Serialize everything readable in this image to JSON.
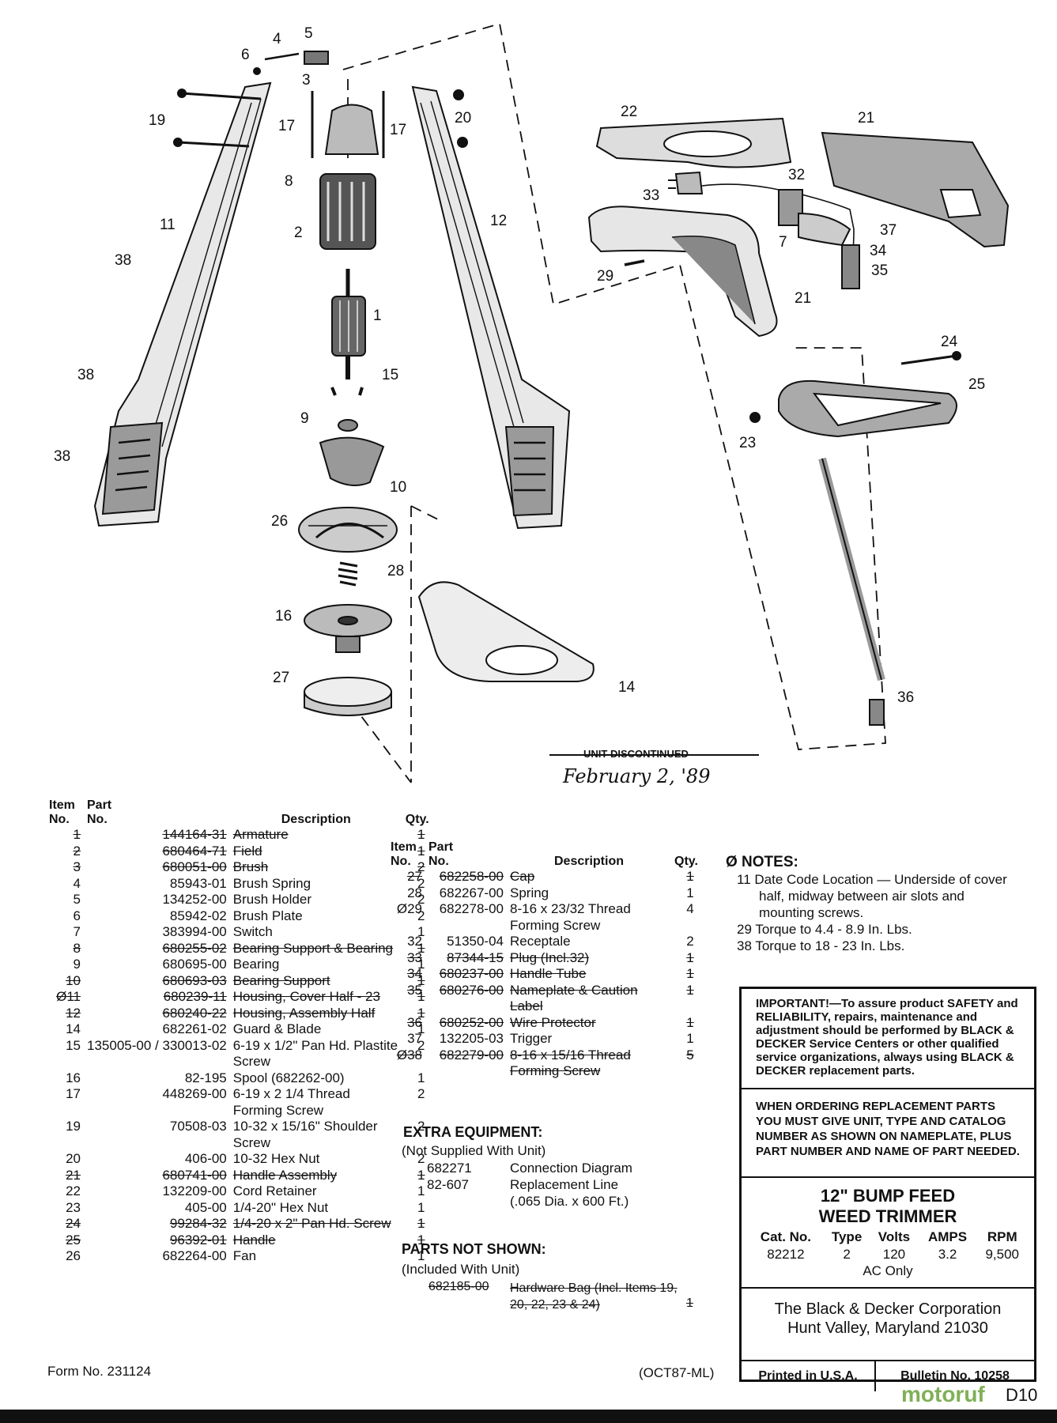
{
  "callouts": [
    {
      "n": "4"
    },
    {
      "n": "5"
    },
    {
      "n": "6"
    },
    {
      "n": "3"
    },
    {
      "n": "19"
    },
    {
      "n": "17"
    },
    {
      "n": "17"
    },
    {
      "n": "20"
    },
    {
      "n": "8"
    },
    {
      "n": "2"
    },
    {
      "n": "11"
    },
    {
      "n": "12"
    },
    {
      "n": "38"
    },
    {
      "n": "1"
    },
    {
      "n": "38"
    },
    {
      "n": "15"
    },
    {
      "n": "9"
    },
    {
      "n": "38"
    },
    {
      "n": "10"
    },
    {
      "n": "26"
    },
    {
      "n": "28"
    },
    {
      "n": "16"
    },
    {
      "n": "27"
    },
    {
      "n": "14"
    },
    {
      "n": "22"
    },
    {
      "n": "21"
    },
    {
      "n": "32"
    },
    {
      "n": "33"
    },
    {
      "n": "37"
    },
    {
      "n": "7"
    },
    {
      "n": "34"
    },
    {
      "n": "35"
    },
    {
      "n": "29"
    },
    {
      "n": "21"
    },
    {
      "n": "24"
    },
    {
      "n": "25"
    },
    {
      "n": "23"
    },
    {
      "n": "36"
    }
  ],
  "stamp": {
    "text": "UNIT DISCONTINUED",
    "date": "February 2, '89"
  },
  "table_headers": {
    "item": "Item",
    "item2": "No.",
    "part": "Part",
    "part2": "No.",
    "desc": "Description",
    "qty": "Qty."
  },
  "parts_left": [
    {
      "item": "1",
      "part": "144164-31",
      "desc": "Armature",
      "qty": "1",
      "struck": true
    },
    {
      "item": "2",
      "part": "680464-71",
      "desc": "Field",
      "qty": "1",
      "struck": true
    },
    {
      "item": "3",
      "part": "680051-00",
      "desc": "Brush",
      "qty": "2",
      "struck": true
    },
    {
      "item": "4",
      "part": "85943-01",
      "desc": "Brush Spring",
      "qty": "2",
      "struck": false
    },
    {
      "item": "5",
      "part": "134252-00",
      "desc": "Brush Holder",
      "qty": "2",
      "struck": false
    },
    {
      "item": "6",
      "part": "85942-02",
      "desc": "Brush Plate",
      "qty": "2",
      "struck": false
    },
    {
      "item": "7",
      "part": "383994-00",
      "desc": "Switch",
      "qty": "1",
      "struck": false
    },
    {
      "item": "8",
      "part": "680255-02",
      "desc": "Bearing Support & Bearing",
      "qty": "1",
      "struck": true
    },
    {
      "item": "9",
      "part": "680695-00",
      "desc": "Bearing",
      "qty": "1",
      "struck": false
    },
    {
      "item": "10",
      "part": "680693-03",
      "desc": "Bearing Support",
      "qty": "1",
      "struck": true
    },
    {
      "item": "Ø11",
      "part": "680239-11",
      "desc": "Housing, Cover Half - 23",
      "qty": "1",
      "struck": true
    },
    {
      "item": "12",
      "part": "680240-22",
      "desc": "Housing, Assembly Half",
      "qty": "1",
      "struck": true
    },
    {
      "item": "14",
      "part": "682261-02",
      "desc": "Guard & Blade",
      "qty": "1",
      "struck": false
    },
    {
      "item": "15",
      "part": "135005-00 / 330013-02",
      "desc": "6-19 x 1/2\" Pan Hd. Plastite Screw",
      "qty": "2",
      "struck": false
    },
    {
      "item": "16",
      "part": "82-195",
      "desc": "Spool (682262-00)",
      "qty": "1",
      "struck": false
    },
    {
      "item": "17",
      "part": "448269-00",
      "desc": "6-19 x 2 1/4 Thread Forming Screw",
      "qty": "2",
      "struck": false
    },
    {
      "item": "19",
      "part": "70508-03",
      "desc": "10-32 x 15/16\" Shoulder Screw",
      "qty": "2",
      "struck": false
    },
    {
      "item": "20",
      "part": "406-00",
      "desc": "10-32 Hex Nut",
      "qty": "2",
      "struck": false
    },
    {
      "item": "21",
      "part": "680741-00",
      "desc": "Handle Assembly",
      "qty": "1",
      "struck": true
    },
    {
      "item": "22",
      "part": "132209-00",
      "desc": "Cord Retainer",
      "qty": "1",
      "struck": false
    },
    {
      "item": "23",
      "part": "405-00",
      "desc": "1/4-20\" Hex Nut",
      "qty": "1",
      "struck": false
    },
    {
      "item": "24",
      "part": "99284-32",
      "desc": "1/4-20 x 2\" Pan Hd. Screw",
      "qty": "1",
      "struck": true
    },
    {
      "item": "25",
      "part": "96392-01",
      "desc": "Handle",
      "qty": "1",
      "struck": true
    },
    {
      "item": "26",
      "part": "682264-00",
      "desc": "Fan",
      "qty": "1",
      "struck": false
    }
  ],
  "parts_mid": [
    {
      "item": "27",
      "part": "682258-00",
      "desc": "Cap",
      "qty": "1",
      "struck": true
    },
    {
      "item": "28",
      "part": "682267-00",
      "desc": "Spring",
      "qty": "1",
      "struck": false
    },
    {
      "item": "Ø29",
      "part": "682278-00",
      "desc": "8-16 x 23/32 Thread Forming Screw",
      "qty": "4",
      "struck": false
    },
    {
      "item": "32",
      "part": "51350-04",
      "desc": "Receptale",
      "qty": "2",
      "struck": false
    },
    {
      "item": "33",
      "part": "87344-15",
      "desc": "Plug (Incl.32)",
      "qty": "1",
      "struck": true
    },
    {
      "item": "34",
      "part": "680237-00",
      "desc": "Handle Tube",
      "qty": "1",
      "struck": true
    },
    {
      "item": "35",
      "part": "680276-00",
      "desc": "Nameplate & Caution Label",
      "qty": "1",
      "struck": true
    },
    {
      "item": "36",
      "part": "680252-00",
      "desc": "Wire Protector",
      "qty": "1",
      "struck": true
    },
    {
      "item": "37",
      "part": "132205-03",
      "desc": "Trigger",
      "qty": "1",
      "struck": false
    },
    {
      "item": "Ø38",
      "part": "682279-00",
      "desc": "8-16 x 15/16 Thread Forming Screw",
      "qty": "5",
      "struck": true
    }
  ],
  "extra_equipment": {
    "title": "EXTRA EQUIPMENT:",
    "subtitle": "(Not Supplied With Unit)",
    "items": [
      {
        "part": "682271",
        "desc": "Connection Diagram"
      },
      {
        "part": "82-607",
        "desc": "Replacement Line"
      },
      {
        "part": "",
        "desc": "(.065 Dia. x 600 Ft.)"
      }
    ]
  },
  "parts_not_shown": {
    "title": "PARTS NOT SHOWN:",
    "subtitle": "(Included With Unit)",
    "part": "682185-00",
    "desc": "Hardware Bag (Incl. Items 19, 20, 22, 23 & 24)",
    "qty": "1"
  },
  "notes": {
    "title": "Ø NOTES:",
    "items": [
      "11 Date Code Location — Underside of cover",
      "half, midway between air slots and",
      "mounting screws.",
      "29 Torque to 4.4 - 8.9 In. Lbs.",
      "38 Torque to 18 - 23 In. Lbs."
    ]
  },
  "important": "IMPORTANT!—To assure product SAFETY and RELIABILITY, repairs, maintenance and adjustment should be performed by BLACK & DECKER Service Centers or other qualified service organizations, always using BLACK & DECKER replacement parts.",
  "ordering": "WHEN ORDERING REPLACEMENT PARTS YOU MUST GIVE UNIT, TYPE AND CATALOG NUMBER AS SHOWN ON NAMEPLATE, PLUS PART NUMBER AND NAME OF PART NEEDED.",
  "product": {
    "title1": "12\" BUMP FEED",
    "title2": "WEED TRIMMER",
    "cols": [
      "Cat. No.",
      "Type",
      "Volts",
      "AMPS",
      "RPM"
    ],
    "vals": [
      "82212",
      "2",
      "120",
      "3.2",
      "9,500"
    ],
    "ac": "AC Only"
  },
  "company": {
    "line1": "The Black & Decker Corporation",
    "line2": "Hunt Valley, Maryland 21030"
  },
  "printed": "Printed in U.S.A.",
  "bulletin": "Bulletin No. 10258",
  "form_no": "Form No. 231124",
  "date_code": "(OCT87-ML)",
  "page_code": "D10",
  "watermark": "motoruf"
}
